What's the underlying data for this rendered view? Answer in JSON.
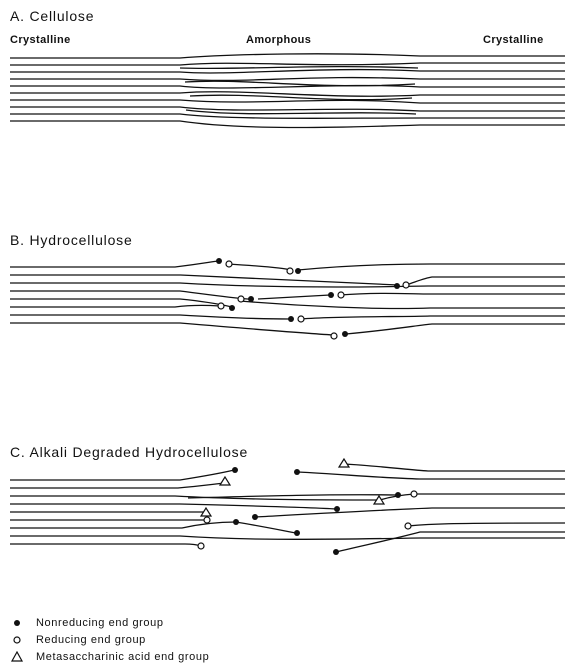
{
  "panels": {
    "a": {
      "title": "A. Cellulose",
      "labels": {
        "left": "Crystalline",
        "center": "Amorphous",
        "right": "Crystalline"
      }
    },
    "b": {
      "title": "B. Hydrocellulose"
    },
    "c": {
      "title": "C. Alkali Degraded Hydrocellulose"
    }
  },
  "legend": [
    {
      "symbol": "filled-circle",
      "label": "Nonreducing end group"
    },
    {
      "symbol": "open-circle",
      "label": "Reducing end group"
    },
    {
      "symbol": "open-triangle",
      "label": "Metasaccharinic acid end group"
    }
  ]
}
